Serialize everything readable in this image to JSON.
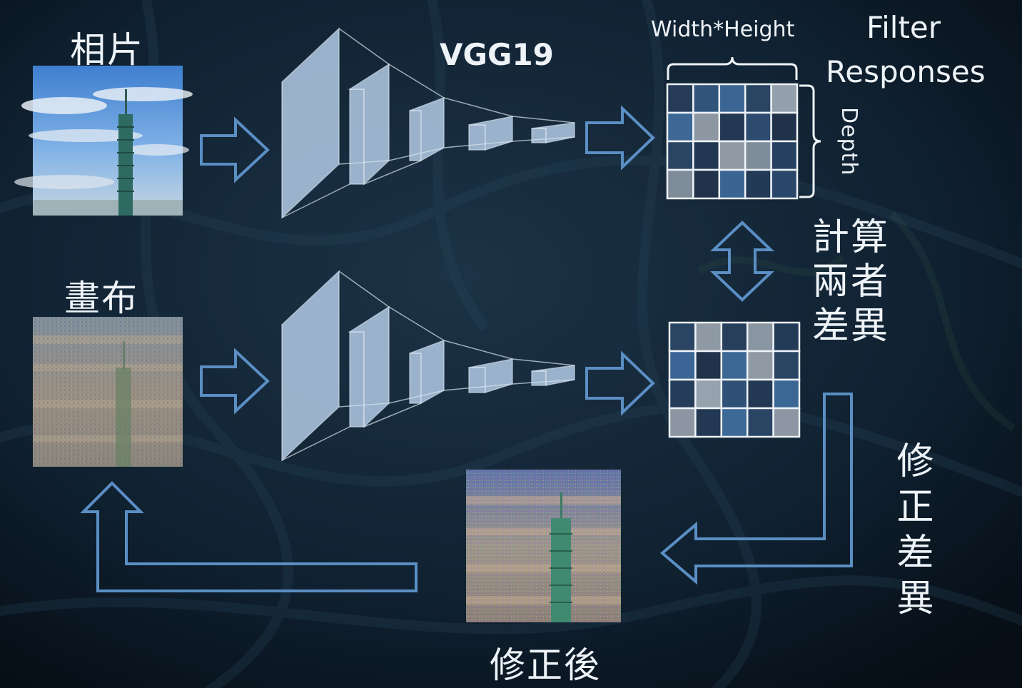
{
  "labels": {
    "photo": "相片",
    "canvas": "畫布",
    "network": "VGG19",
    "width_height": "Width*Height",
    "filter_responses_line1": "Filter",
    "filter_responses_line2": "Responses",
    "depth": "Depth",
    "compute_difference": "計算兩者差異",
    "correct_difference": "修正差異",
    "corrected": "修正後"
  },
  "colors": {
    "background": "#0b1622",
    "arrow_outline": "#5b8fc4",
    "layer_fill": "#a9c1da",
    "text": "#eef3f8"
  },
  "grids": {
    "top": [
      [
        "#253b57",
        "#31547b",
        "#3b6694",
        "#2a4463",
        "#94a1ad"
      ],
      [
        "#3d6896",
        "#8c97a2",
        "#233852",
        "#2d4b6e",
        "#20324a"
      ],
      [
        "#2a4564",
        "#213751",
        "#8f9aa5",
        "#7f8c99",
        "#264061"
      ],
      [
        "#7e8b98",
        "#20334b",
        "#3a6593",
        "#233a56",
        "#2b486a"
      ]
    ],
    "bottom": [
      [
        "#2a4564",
        "#8e99a4",
        "#283f5c",
        "#8995a1",
        "#243b58"
      ],
      [
        "#3a6594",
        "#20334b",
        "#3c6895",
        "#8f9aa5",
        "#2a4564"
      ],
      [
        "#253d5a",
        "#96a2ae",
        "#2f5077",
        "#233852",
        "#3b6795"
      ],
      [
        "#8b96a2",
        "#233852",
        "#3d6997",
        "#2a4564",
        "#8c97a3"
      ]
    ]
  }
}
